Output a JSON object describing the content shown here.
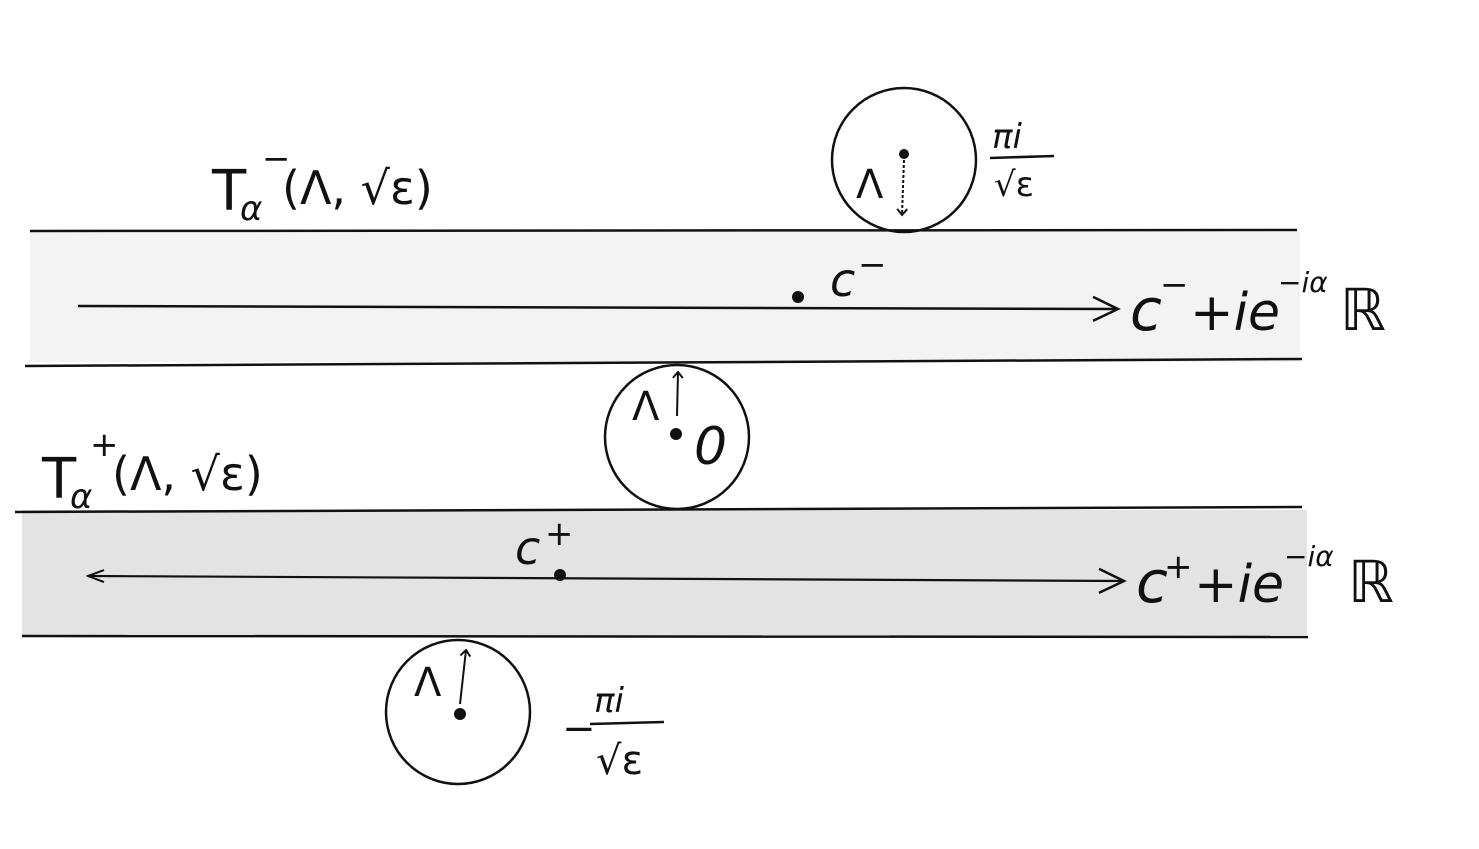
{
  "colors": {
    "ink": "#111111",
    "upper_strip_fill": "#f3f3f3",
    "lower_strip_fill": "#e3e3e3",
    "background": "#ffffff"
  },
  "labels": {
    "upper_strip": {
      "symbol": "T",
      "sub": "α",
      "sup": "−",
      "args": "(Λ, √ε)"
    },
    "lower_strip": {
      "symbol": "T",
      "sub": "α",
      "sup": "+",
      "args": "(Λ, √ε)"
    },
    "c_minus": {
      "base": "c",
      "sup": "−"
    },
    "c_plus": {
      "base": "c",
      "sup": "+"
    },
    "upper_line": {
      "base": "c",
      "sup1": "−",
      "mid": "+ie",
      "sup2": "−iα",
      "end": "ℝ"
    },
    "lower_line": {
      "base": "c",
      "sup1": "+",
      "mid": "+ie",
      "sup2": "−iα",
      "end": "ℝ"
    },
    "origin": "0",
    "top_pole": {
      "num": "πi",
      "den": "√ε"
    },
    "bottom_pole": {
      "sign": "−",
      "num": "πi",
      "den": "√ε"
    },
    "radius": "Λ"
  }
}
